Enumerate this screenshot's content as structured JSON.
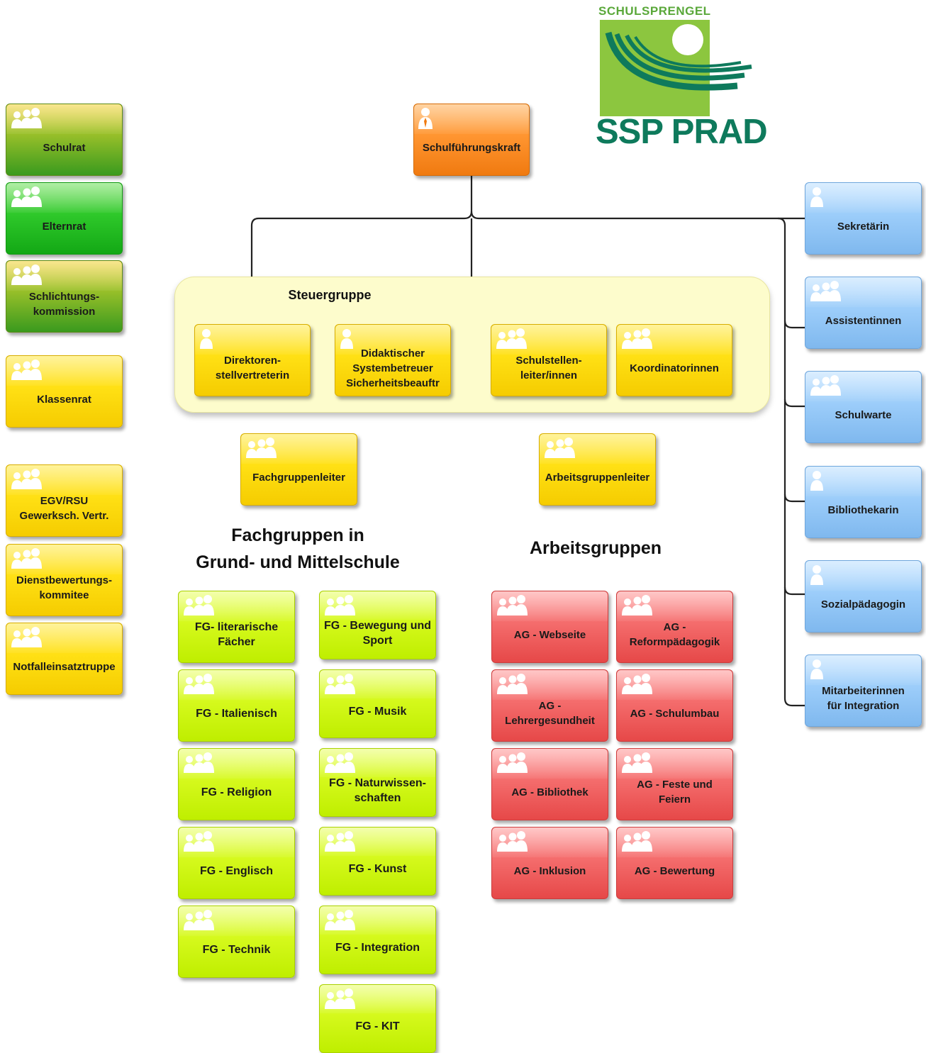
{
  "logo": {
    "top_text": "SCHULSPRENGEL",
    "bottom_text": "SSP PRAD",
    "colors": {
      "green": "#8cc63f",
      "dark": "#0e7a5c"
    }
  },
  "headings": {
    "steuergruppe": "Steuergruppe",
    "fachgruppen": "Fachgruppen in\nGrund- und Mittelschule",
    "arbeitsgruppen": "Arbeitsgruppen"
  },
  "left_column": [
    {
      "label": "Schulrat",
      "color": "green"
    },
    {
      "label": "Elternrat",
      "color": "brightgreen"
    },
    {
      "label": "Schlichtungs-\nkommission",
      "color": "green"
    },
    {
      "label": "Klassenrat",
      "color": "yellow"
    },
    {
      "label": "EGV/RSU\nGewerksch. Vertr.",
      "color": "yellow"
    },
    {
      "label": "Dienstbewertungs-\nkommitee",
      "color": "yellow"
    },
    {
      "label": "Notfalleinsatztruppe",
      "color": "yellow"
    }
  ],
  "top": {
    "label": "Schulführungskraft",
    "color": "orange"
  },
  "steuergruppe_members": [
    {
      "label": "Direktoren-\nstellvertreterin"
    },
    {
      "label": "Didaktischer\nSystembetreuer\nSicherheitsbeauftr"
    },
    {
      "label": "Schulstellen-\nleiter/innen"
    },
    {
      "label": "Koordinatorinnen"
    }
  ],
  "leaders": {
    "fachgruppen": "Fachgruppenleiter",
    "arbeitsgruppen": "Arbeitsgruppenleiter"
  },
  "right_column": [
    {
      "label": "Sekretärin"
    },
    {
      "label": "Assistentinnen"
    },
    {
      "label": "Schulwarte"
    },
    {
      "label": "Bibliothekarin"
    },
    {
      "label": "Sozialpädagogin"
    },
    {
      "label": "Mitarbeiterinnen\nfür Integration"
    }
  ],
  "fachgruppen": {
    "col1": [
      "FG- literarische\nFächer",
      "FG - Italienisch",
      "FG - Religion",
      "FG - Englisch",
      "FG - Technik"
    ],
    "col2": [
      "FG - Bewegung und\nSport",
      "FG - Musik",
      "FG - Naturwissen-\nschaften",
      "FG - Kunst",
      "FG - Integration",
      "FG - KIT"
    ]
  },
  "arbeitsgruppen": {
    "col1": [
      "AG - Webseite",
      "AG -\nLehrergesundheit",
      "AG - Bibliothek",
      "AG - Inklusion"
    ],
    "col2": [
      "AG -\nReformpädagogik",
      "AG - Schulumbau",
      "AG - Feste und Feiern",
      "AG - Bewertung"
    ]
  }
}
